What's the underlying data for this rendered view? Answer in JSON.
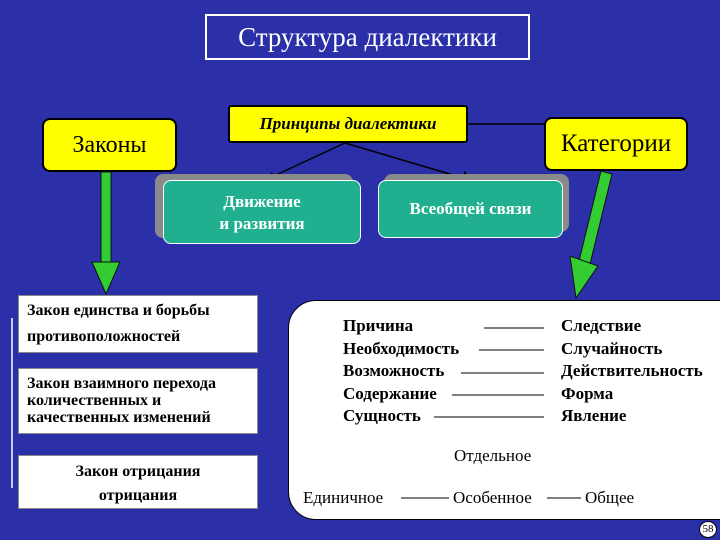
{
  "title": "Структура диалектики",
  "laws_label": "Законы",
  "principles_label": "Принципы диалектики",
  "categories_label": "Категории",
  "principles": [
    "Движение",
    "и развития",
    "Всеобщей связи"
  ],
  "laws": {
    "law1": [
      "Закон единства и борьбы",
      "противоположностей"
    ],
    "law2": [
      "Закон взаимного перехода",
      "количественных и",
      "качественных изменений"
    ],
    "law3": [
      "Закон отрицания",
      "отрицания"
    ]
  },
  "categories_left": [
    "Причина",
    "Необходимость",
    "Возможность",
    "Содержание",
    "Сущность"
  ],
  "categories_right": [
    "Следствие",
    "Случайность",
    "Действительность",
    "Форма",
    "Явление"
  ],
  "individual_label": "Отдельное",
  "general_row": [
    "Единичное",
    "Особенное",
    "Общее"
  ],
  "page_number": "58",
  "colors": {
    "background": "#2b2fa8",
    "yellow": "#ffff00",
    "teal": "#20b090",
    "arrow": "#33cc33"
  }
}
